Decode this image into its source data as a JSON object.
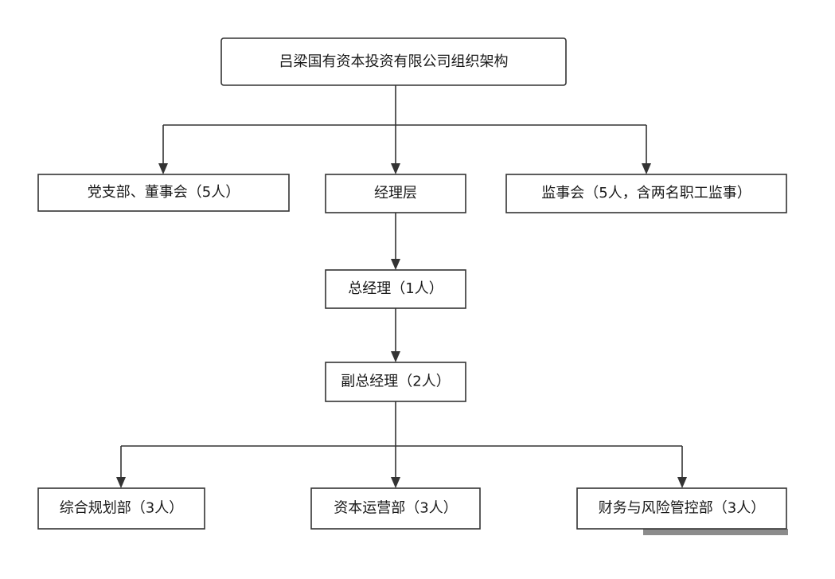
{
  "diagram": {
    "type": "org-chart",
    "nodes": {
      "root": "吕梁国有资本投资有限公司组织架构",
      "party": "党支部、董事会（5人）",
      "management": "经理层",
      "supervisors": "监事会（5人，含两名职工监事）",
      "gm": "总经理（1人）",
      "dgm": "副总经理（2人）",
      "planning": "综合规划部（3人）",
      "capital": "资本运营部（3人）",
      "finance": "财务与风险管控部（3人）"
    },
    "edges": [
      [
        "root",
        "party"
      ],
      [
        "root",
        "management"
      ],
      [
        "root",
        "supervisors"
      ],
      [
        "management",
        "gm"
      ],
      [
        "gm",
        "dgm"
      ],
      [
        "dgm",
        "planning"
      ],
      [
        "dgm",
        "capital"
      ],
      [
        "dgm",
        "finance"
      ]
    ]
  }
}
